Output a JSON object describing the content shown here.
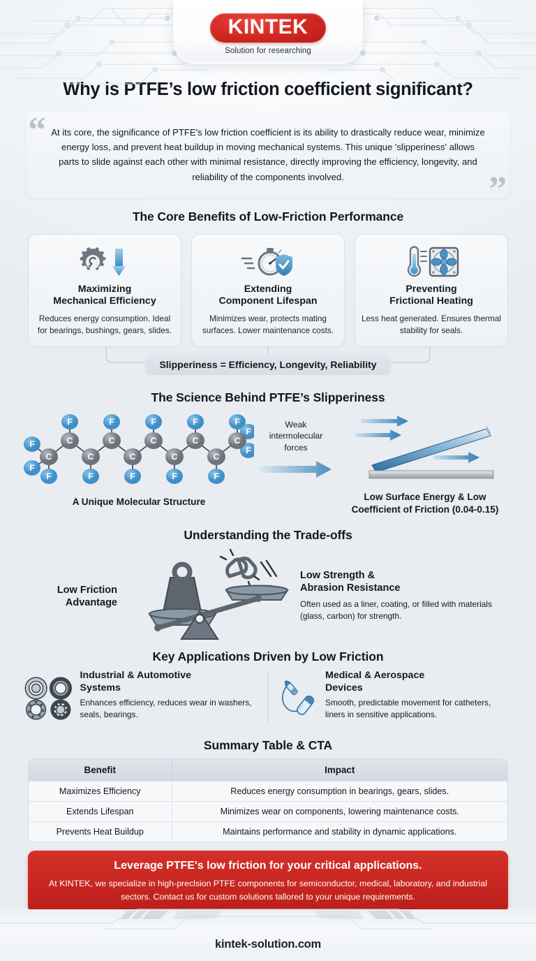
{
  "brand": {
    "logo_text": "KINTEK",
    "tagline": "Solution for researching",
    "accent_red": "#c62520",
    "accent_blue": "#4a90c4"
  },
  "header": {
    "title": "Why is PTFE’s low friction coefficient significant?"
  },
  "quote": {
    "open_mark": "“",
    "close_mark": "”",
    "text": "At its core, the significance of PTFE's low friction coefficient is its ability to drastically reduce wear, minimize energy loss, and prevent heat buildup in moving mechanical systems. This unique 'slipperiness' allows parts to slide against each other with minimal resistance, directly improving the efficiency, longevity, and reliability of the components involved."
  },
  "benefits": {
    "section_title": "The Core Benefits of Low-Friction Performance",
    "cards": [
      {
        "icon": "gear-down-arrow-icon",
        "title": "Maximizing\nMechanical Efficiency",
        "title_line1": "Maximizing",
        "title_line2": "Mechanical Efficiency",
        "desc": "Reduces energy consumption. Ideal for bearings, bushings, gears, slides."
      },
      {
        "icon": "stopwatch-shield-icon",
        "title_line1": "Extending",
        "title_line2": "Component Lifespan",
        "desc": "Minimizes wear, protects mating surfaces. Lower maintenance costs."
      },
      {
        "icon": "thermometer-fan-icon",
        "title_line1": "Preventing",
        "title_line2": "Frictional Heating",
        "desc": "Less heat generated. Ensures thermal stability for seals."
      }
    ],
    "summary_pill": "Slipperiness = Efficiency, Longevity, Reliability"
  },
  "science": {
    "section_title": "The Science Behind PTFE’s Slipperiness",
    "molecule_caption": "A Unique Molecular Structure",
    "carbon_label": "C",
    "fluorine_label": "F",
    "arrow_label": "Weak\nintermolecular\nforces",
    "arrow_label_l1": "Weak",
    "arrow_label_l2": "intermolecular",
    "arrow_label_l3": "forces",
    "slide_caption_l1": "Low Surface Energy & Low",
    "slide_caption_l2": "Coefficient of Friction (0.04-0.15)"
  },
  "tradeoffs": {
    "section_title": "Understanding the Trade-offs",
    "left_title_l1": "Low Friction",
    "left_title_l2": "Advantage",
    "right_title_l1": "Low Strength &",
    "right_title_l2": "Abrasion Resistance",
    "right_desc": "Often used as a liner, coating, or filled with materials (glass, carbon) for strength."
  },
  "applications": {
    "section_title": "Key Applications Driven by Low Friction",
    "items": [
      {
        "icon": "bearings-icon",
        "title_l1": "Industrial & Automotive",
        "title_l2": "Systems",
        "desc": "Enhances efficiency, reduces wear in washers, seals, bearings."
      },
      {
        "icon": "catheter-icon",
        "title_l1": "Medical & Aerospace",
        "title_l2": "Devices",
        "desc": "Smooth, predictable movement for catheters, liners in sensitive applications."
      }
    ]
  },
  "summary_table": {
    "section_title": "Summary Table & CTA",
    "headers": [
      "Benefit",
      "Impact"
    ],
    "rows": [
      [
        "Maximizes Efficiency",
        "Reduces energy consumption in bearings, gears, slides."
      ],
      [
        "Extends Lifespan",
        "Minimizes wear on components, lowering maintenance costs."
      ],
      [
        "Prevents Heat Buildup",
        "Maintains performance and stability in dynamic applications."
      ]
    ]
  },
  "cta": {
    "heading": "Leverage PTFE's low friction for your critical applications.",
    "body": "At KINTEK, we specialize in high-preclsion PTFE components for semiconductor, medical, laboratory, and industrial sectors. Contact us for custom solutions tallored to your unique requirements."
  },
  "footer": {
    "url": "kintek-solution.com"
  }
}
